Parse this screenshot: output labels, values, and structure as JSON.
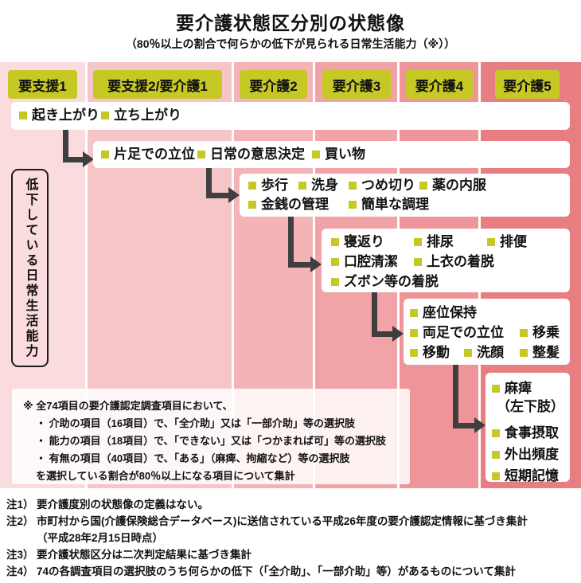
{
  "title": "要介護状態区分別の状態像",
  "subtitle": "（80％以上の割合で何らかの低下が見られる日常生活能力（※））",
  "axis_label": "低下している日常生活能力",
  "palette": {
    "badge_color": "#c6c825",
    "bullet_color": "#c6c825",
    "arrow_color": "#3f3f3f",
    "box_background": "#ffffff"
  },
  "levels": [
    {
      "label": "要支援1",
      "column_color": "#fadbde"
    },
    {
      "label": "要支援2/要介護1",
      "column_color": "#f6c5c8"
    },
    {
      "label": "要介護2",
      "column_color": "#f4b3b7"
    },
    {
      "label": "要介護3",
      "column_color": "#f1a3a7"
    },
    {
      "label": "要介護4",
      "column_color": "#ee9599"
    },
    {
      "label": "要介護5",
      "column_color": "#e87d82"
    }
  ],
  "boxes": [
    {
      "items": [
        "起き上がり",
        "立ち上がり"
      ]
    },
    {
      "items": [
        "片足での立位",
        "日常の意思決定",
        "買い物"
      ]
    },
    {
      "items": [
        "歩行",
        "洗身",
        "つめ切り",
        "薬の内服",
        "金銭の管理",
        "簡単な調理"
      ]
    },
    {
      "items": [
        "寝返り",
        "排尿",
        "排便",
        "口腔清潔",
        "上衣の着脱",
        "ズボン等の着脱"
      ]
    },
    {
      "items": [
        "座位保持",
        "両足での立位",
        "移乗",
        "移動",
        "洗顔",
        "整髪"
      ]
    },
    {
      "items": [
        "麻痺",
        "（左下肢）",
        "食事摂取",
        "外出頻度",
        "短期記憶"
      ]
    }
  ],
  "footnote": {
    "line1": "※ 全74項目の要介護認定調査項目において、",
    "line2": "・ 介助の項目（16項目）で、「全介助」又は「一部介助」等の選択肢",
    "line3": "・ 能力の項目（18項目）で、「できない」又は「つかまれば可」等の選択肢",
    "line4": "・ 有無の項目（40項目）で、「ある」（麻痺、拘縮など）等の選択肢",
    "line5": "を選択している割合が80％以上になる項目について集計"
  },
  "notes": [
    {
      "label": "注1）",
      "text": "要介護度別の状態像の定義はない。"
    },
    {
      "label": "注2）",
      "text": "市町村から国(介護保険総合データベース)に送信されている平成26年度の要介護認定情報に基づき集計"
    },
    {
      "label": "",
      "text": "（平成28年2月15日時点）"
    },
    {
      "label": "注3）",
      "text": "要介護状態区分は二次判定結果に基づき集計"
    },
    {
      "label": "注4）",
      "text": "74の各調査項目の選択肢のうち何らかの低下（「全介助」、「一部介助」等）があるものについて集計"
    }
  ]
}
